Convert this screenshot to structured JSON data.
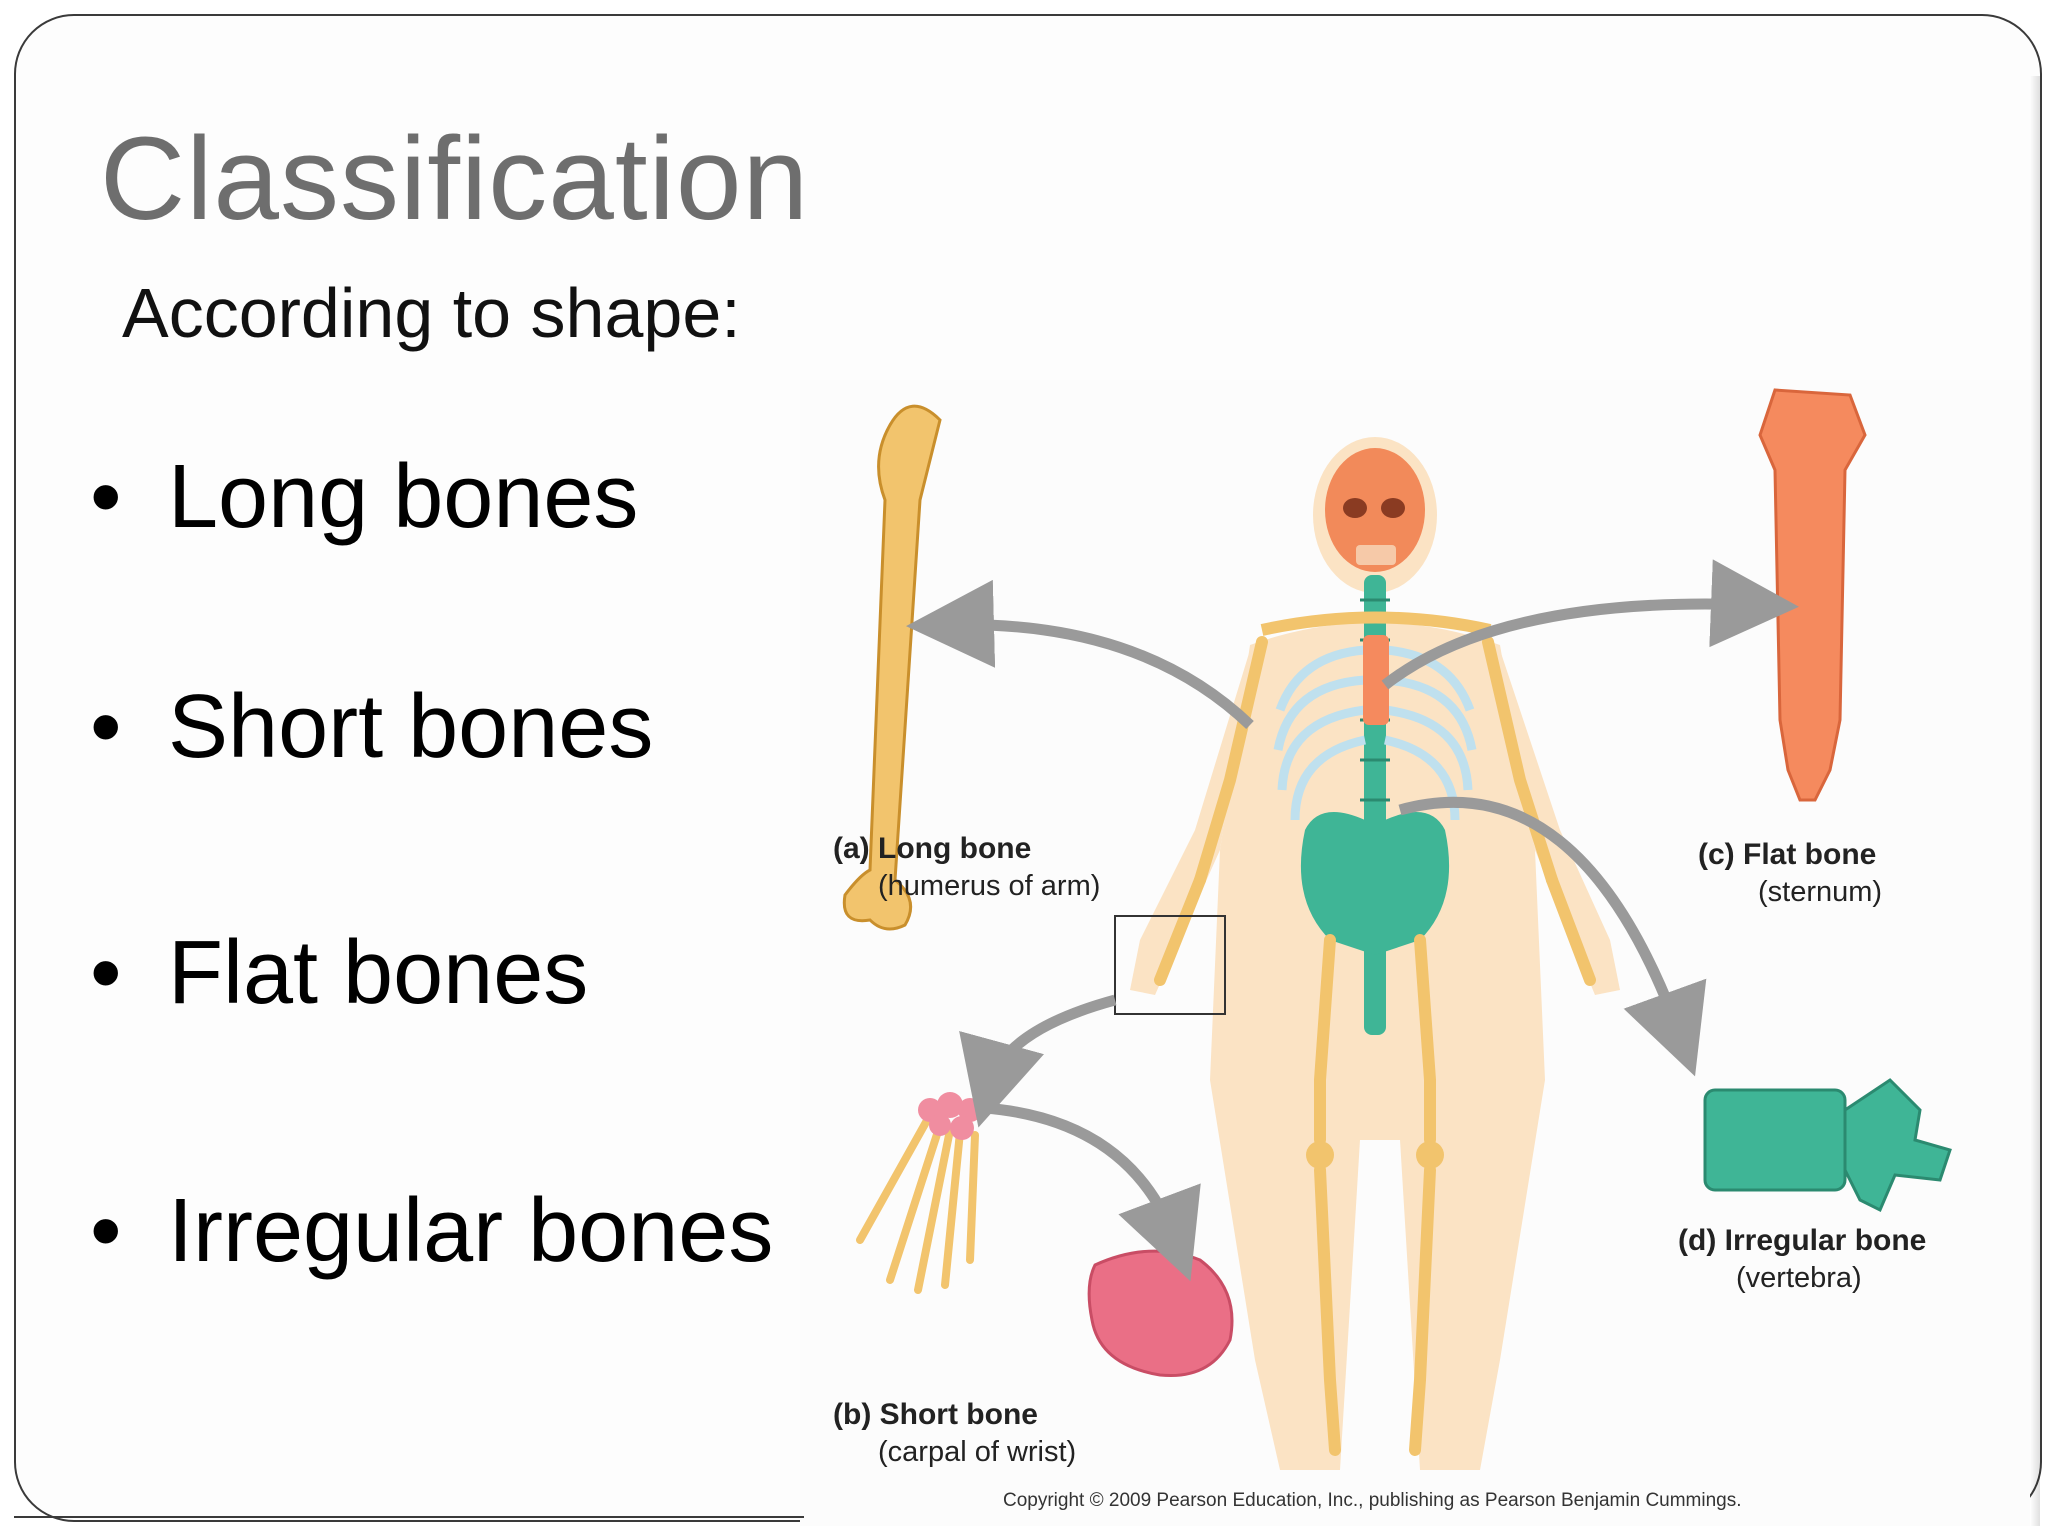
{
  "slide": {
    "title": "Classification",
    "subtitle": "According to shape:",
    "bullet_symbol": "•",
    "bullets": [
      "Long bones",
      "Short bones",
      "Flat bones",
      "Irregular bones"
    ]
  },
  "figure": {
    "labels": {
      "a": {
        "title": "(a) Long bone",
        "sub": "(humerus of arm)"
      },
      "b": {
        "title": "(b) Short bone",
        "sub": "(carpal of wrist)"
      },
      "c": {
        "title": "(c) Flat bone",
        "sub": "(sternum)"
      },
      "d": {
        "title": "(d) Irregular bone",
        "sub": "(vertebra)"
      }
    },
    "copyright": "Copyright © 2009 Pearson Education, Inc., publishing as Pearson Benjamin Cummings."
  },
  "colors": {
    "bone": "#f2c46d",
    "bone_outline": "#c98f2c",
    "skull": "#f28a5a",
    "sternum": "#f58a5e",
    "spine": "#3fb596",
    "ribs": "#bfe0ee",
    "carpal": "#f08da0",
    "arrow": "#9a9a9a",
    "skin": "#fbe3c4"
  }
}
